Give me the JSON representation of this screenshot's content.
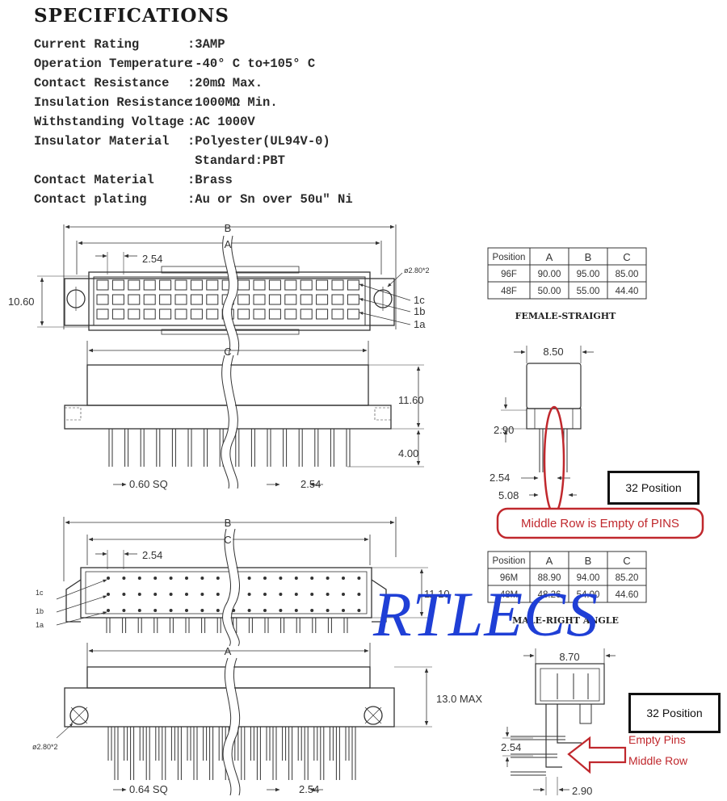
{
  "specs": {
    "title": "SPECIFICATIONS",
    "rows": [
      {
        "label": "Current Rating",
        "value": ":3AMP"
      },
      {
        "label": "Operation Temperature",
        "value": ":-40° C to+105° C"
      },
      {
        "label": "Contact Resistance",
        "value": ":20mΩ Max."
      },
      {
        "label": "Insulation Resistance",
        "value": ":1000MΩ Min."
      },
      {
        "label": "Withstanding Voltage",
        "value": ":AC 1000V"
      },
      {
        "label": "Insulator Material",
        "value": ":Polyester(UL94V-0)"
      },
      {
        "label": "",
        "value": " Standard:PBT"
      },
      {
        "label": "Contact Material",
        "value": ":Brass"
      },
      {
        "label": "Contact plating",
        "value": ":Au or Sn over 50u\" Ni"
      }
    ]
  },
  "female": {
    "dims": {
      "b": "B",
      "a": "A",
      "pitch": "2.54",
      "height": "10.60",
      "hole": "ø2.80*2",
      "c": "C",
      "body_h": "11.60",
      "pin_h": "4.00",
      "pin_sq": "0.60 SQ",
      "pitch2": "2.54"
    },
    "rows": [
      "1c",
      "1b",
      "1a"
    ],
    "table": {
      "headers": [
        "Position",
        "A",
        "B",
        "C"
      ],
      "rows": [
        [
          "96F",
          "90.00",
          "95.00",
          "85.00"
        ],
        [
          "48F",
          "50.00",
          "55.00",
          "44.40"
        ]
      ]
    },
    "caption": "FEMALE-STRAIGHT",
    "side": {
      "width": "8.50",
      "d1": "2.90",
      "d2": "2.54",
      "d3": "5.08"
    }
  },
  "male": {
    "dims": {
      "b": "B",
      "c": "C",
      "pitch": "2.54",
      "height": "11.10",
      "a": "A",
      "max_h": "13.0  MAX",
      "hole": "ø2.80*2",
      "pin_sq": "0.64  SQ",
      "pitch2": "2.54"
    },
    "rows": [
      "1c",
      "1b",
      "1a"
    ],
    "table": {
      "headers": [
        "Position",
        "A",
        "B",
        "C"
      ],
      "rows": [
        [
          "96M",
          "88.90",
          "94.00",
          "85.20"
        ],
        [
          "48M",
          "48.26",
          "54.00",
          "44.60"
        ]
      ]
    },
    "caption": "MALE-RIGHT ANGLE",
    "side": {
      "width": "8.70",
      "d1": "2.54",
      "d2": "2.90"
    }
  },
  "annotations": {
    "pos_label_1": "32 Position",
    "pos_label_2": "32 Position",
    "middle_empty": "Middle Row is Empty of PINS",
    "empty_pins_1": "Empty Pins",
    "empty_pins_2": "Middle Row"
  },
  "watermark": "RTLECS",
  "colors": {
    "annotation_red": "#c0282d",
    "watermark_blue": "#1f3fd6",
    "line": "#333333"
  }
}
